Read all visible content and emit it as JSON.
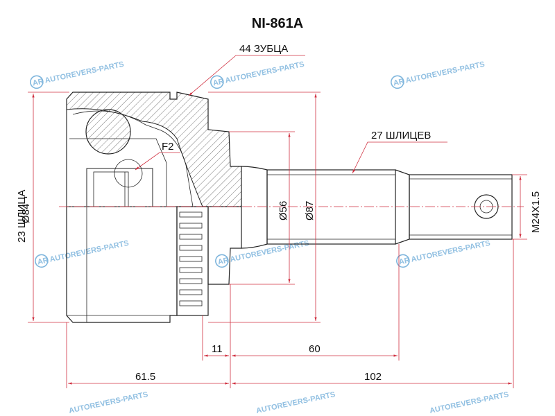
{
  "title": "NI-861A",
  "watermark": "AUTOREVERS-PARTS",
  "watermark_logo": "AR",
  "labels": {
    "teeth": "44 ЗУБЦА",
    "splines_shaft": "27 ШЛИЦЕВ",
    "f2": "F2",
    "splines_inner": "23 ШЛИЦА",
    "d84": "Ø84",
    "d56": "Ø56",
    "d87": "Ø87",
    "thread": "M24X1.5",
    "len_11": "11",
    "len_60": "60",
    "len_61_5": "61.5",
    "len_102": "102"
  },
  "colors": {
    "dimension": "#d03040",
    "outline": "#222222",
    "watermark": "#7fb6dd"
  }
}
